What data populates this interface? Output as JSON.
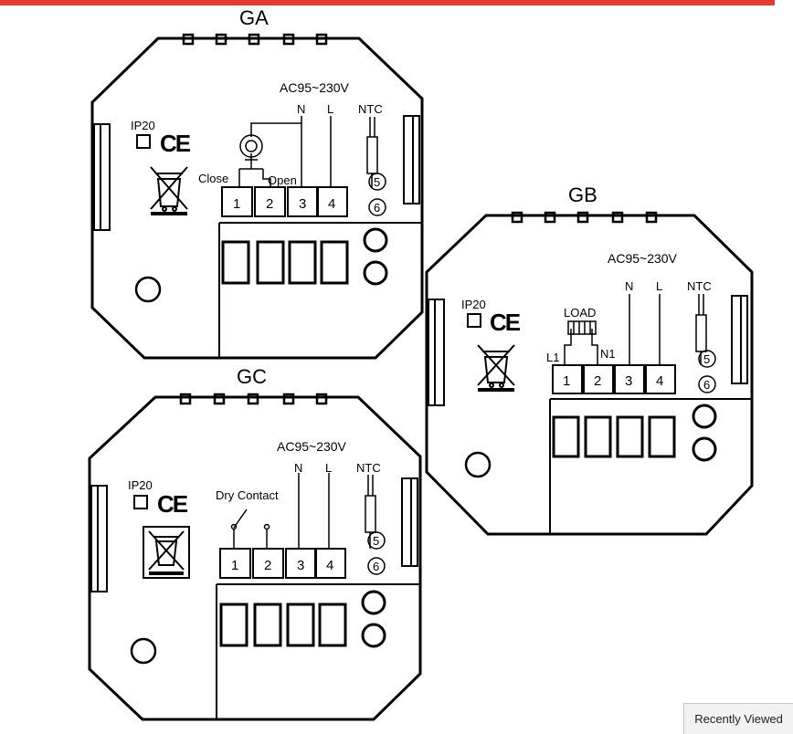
{
  "panels": {
    "ga": {
      "title": "GA",
      "voltage": "AC95~230V",
      "ip_rating": "IP20",
      "ce_mark": "CE",
      "n_label": "N",
      "l_label": "L",
      "ntc_label": "NTC",
      "close_label": "Close",
      "open_label": "Open",
      "terminals": [
        "1",
        "2",
        "3",
        "4"
      ],
      "ntc_terminals": [
        "5",
        "6"
      ]
    },
    "gb": {
      "title": "GB",
      "voltage": "AC95~230V",
      "ip_rating": "IP20",
      "ce_mark": "CE",
      "n_label": "N",
      "l_label": "L",
      "ntc_label": "NTC",
      "load_label": "LOAD",
      "l1_label": "L1",
      "n1_label": "N1",
      "terminals": [
        "1",
        "2",
        "3",
        "4"
      ],
      "ntc_terminals": [
        "5",
        "6"
      ]
    },
    "gc": {
      "title": "GC",
      "voltage": "AC95~230V",
      "ip_rating": "IP20",
      "ce_mark": "CE",
      "n_label": "N",
      "l_label": "L",
      "ntc_label": "NTC",
      "dry_contact_label": "Dry Contact",
      "terminals": [
        "1",
        "2",
        "3",
        "4"
      ],
      "ntc_terminals": [
        "5",
        "6"
      ]
    }
  },
  "recently_viewed_label": "Recently Viewed",
  "colors": {
    "banner": "#e8372c",
    "line": "#000000"
  },
  "icons": {
    "weee": "crossed-bin-icon",
    "motor": "valve-motor-icon",
    "load": "load-icon"
  }
}
